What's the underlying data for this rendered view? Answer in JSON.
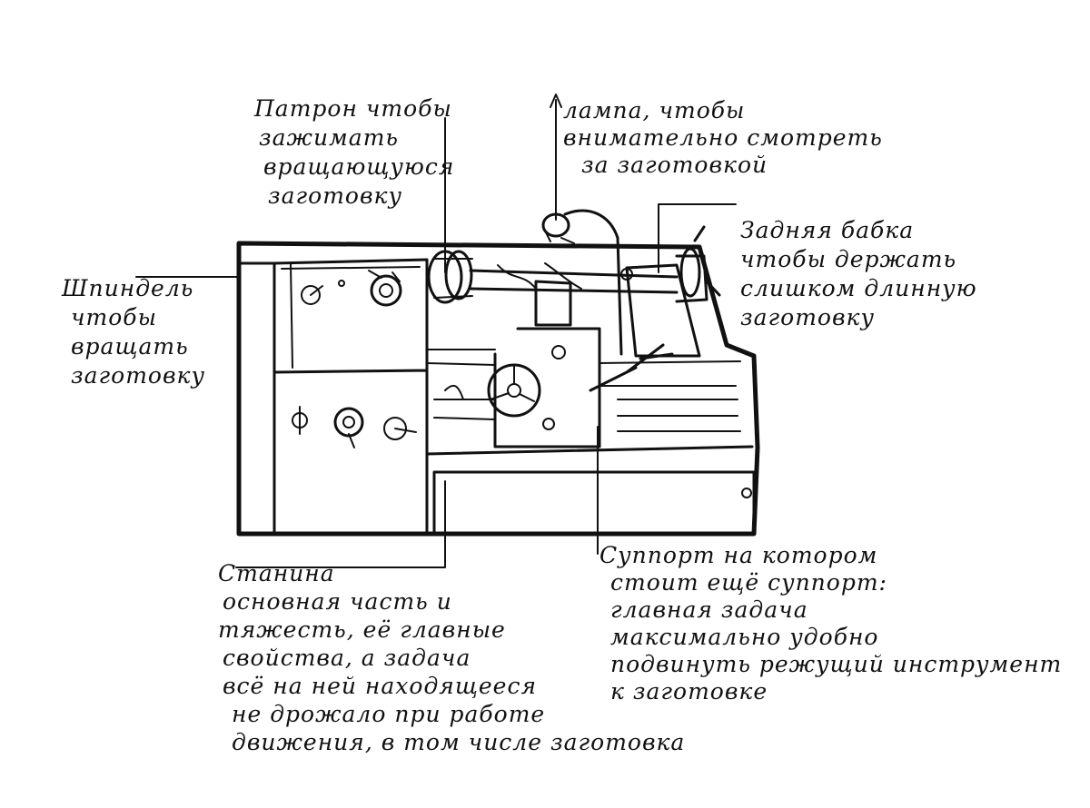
{
  "labels": {
    "chuck": {
      "lines": [
        "Патрон чтобы",
        "зажимать",
        "вращающуюся",
        "заготовку"
      ]
    },
    "lamp": {
      "lines": [
        "лампа, чтобы",
        "внимательно смотреть",
        "за заготовкой"
      ]
    },
    "tailstock": {
      "lines": [
        "Задняя бабка",
        "чтобы держать",
        "слишком длинную",
        "заготовку"
      ]
    },
    "spindle": {
      "lines": [
        "Шпиндель",
        "чтобы",
        "вращать",
        "заготовку"
      ]
    },
    "bed": {
      "lines": [
        "Станина",
        "основная часть и",
        "тяжесть, её главные",
        "свойства, а задача",
        "всё на ней находящееся",
        "не дрожало при работе",
        "движения, в том числе заготовка"
      ]
    },
    "supports": {
      "lines": [
        "Суппорт на котором",
        "стоит ещё суппорт:",
        "главная задача",
        "максимально удобно",
        "подвинуть режущий инструмент",
        "к заготовке"
      ]
    }
  },
  "colors": {
    "ink": "#111111",
    "paper": "#ffffff"
  }
}
